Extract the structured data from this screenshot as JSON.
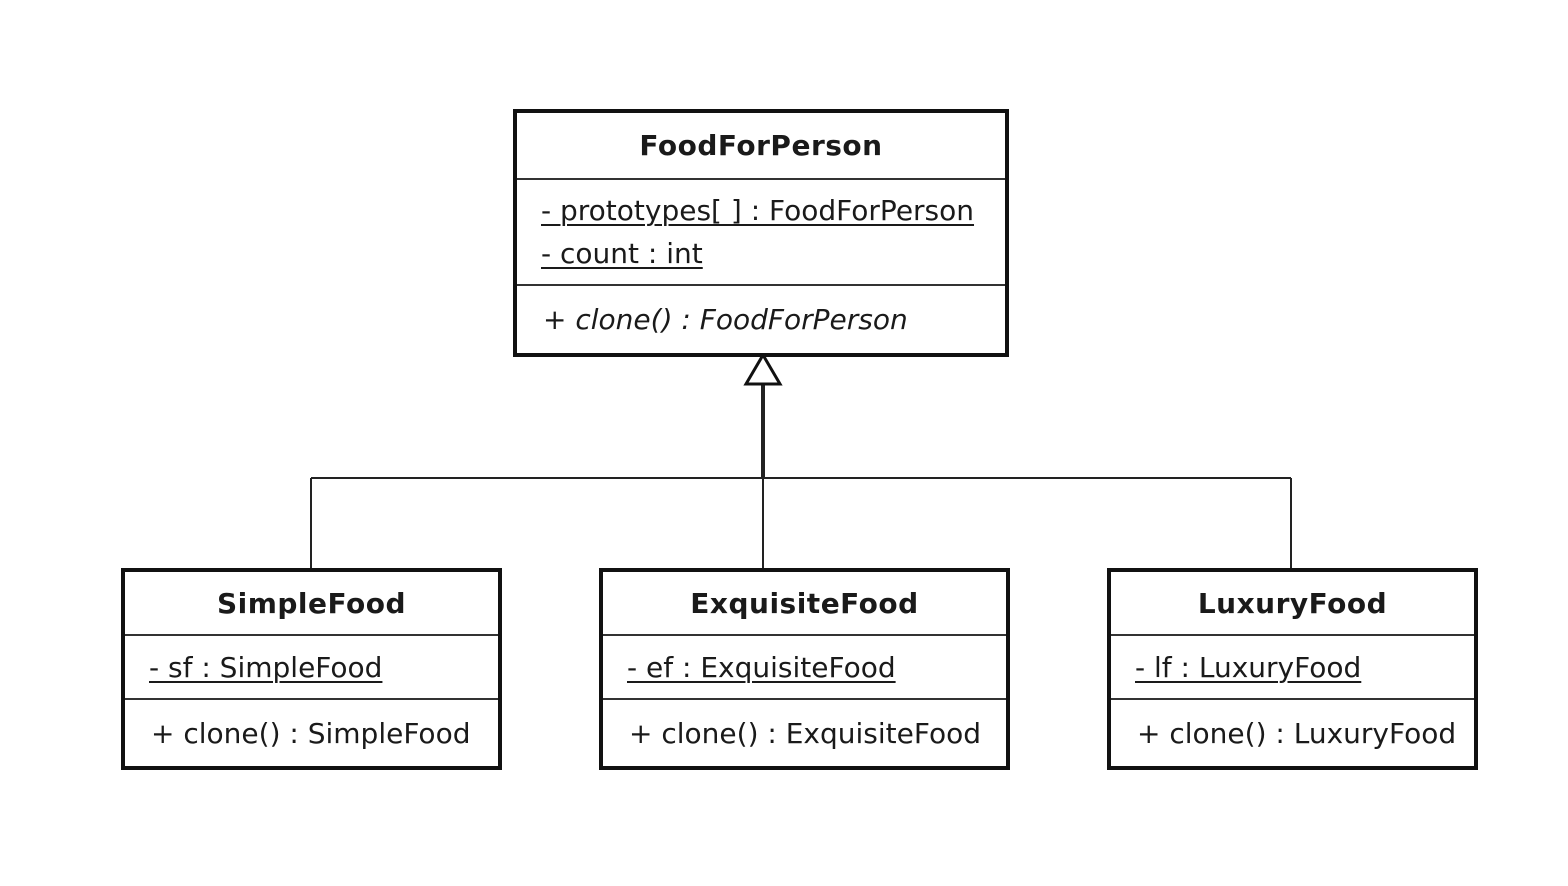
{
  "diagram": {
    "parent": {
      "name": "FoodForPerson",
      "attributes": [
        {
          "text": "- prototypes[ ] : FoodForPerson",
          "static": true
        },
        {
          "text": "- count : int",
          "static": true
        }
      ],
      "operations": [
        {
          "text": "+ clone() : FoodForPerson",
          "abstract": true
        }
      ]
    },
    "children": [
      {
        "name": "SimpleFood",
        "attributes": [
          {
            "text": "- sf : SimpleFood",
            "static": true
          }
        ],
        "operations": [
          {
            "text": "+ clone() : SimpleFood",
            "abstract": false
          }
        ]
      },
      {
        "name": "ExquisiteFood",
        "attributes": [
          {
            "text": "- ef : ExquisiteFood",
            "static": true
          }
        ],
        "operations": [
          {
            "text": "+ clone() : ExquisiteFood",
            "abstract": false
          }
        ]
      },
      {
        "name": "LuxuryFood",
        "attributes": [
          {
            "text": "- lf : LuxuryFood",
            "static": true
          }
        ],
        "operations": [
          {
            "text": "+ clone() : LuxuryFood",
            "abstract": false
          }
        ]
      }
    ],
    "relationship": "generalization"
  }
}
